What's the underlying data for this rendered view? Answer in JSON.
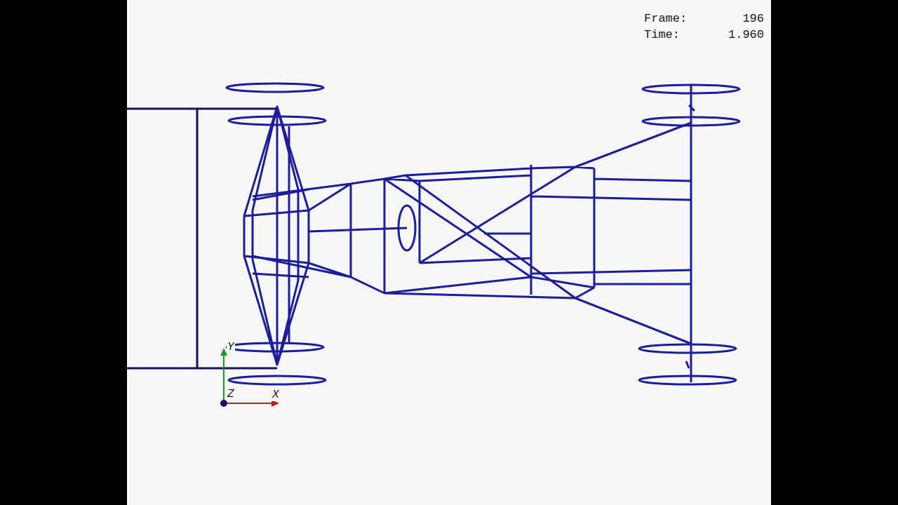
{
  "diagram": {
    "labels": [
      "Frame:",
      "196",
      "Time:",
      "1.960",
      "Y",
      "Z",
      "X"
    ]
  }
}
